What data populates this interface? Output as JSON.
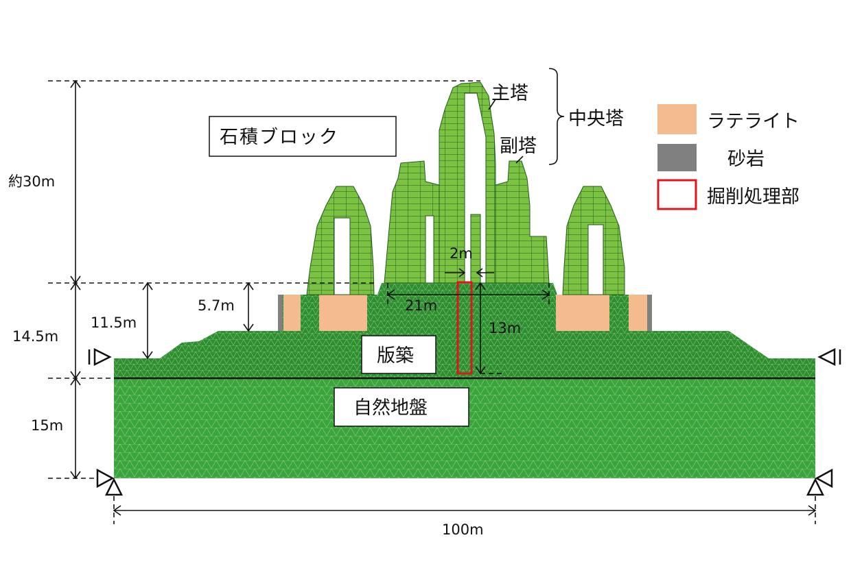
{
  "title_labels": {
    "stone_block": "石積ブロック",
    "rammed_earth": "版築",
    "natural_ground": "自然地盤",
    "main_tower": "主塔",
    "sub_tower": "副塔",
    "central_tower": "中央塔"
  },
  "legend": [
    {
      "label": "ラテライト",
      "color": "#f4bc8e"
    },
    {
      "label": "砂岩",
      "color": "#808080"
    },
    {
      "label": "掘削処理部",
      "color": "#e0141e"
    }
  ],
  "dimensions": {
    "tower_height": "約30m",
    "platform_height": "14.5m",
    "ground_depth": "15m",
    "height_11_5": "11.5m",
    "height_5_7": "5.7m",
    "width_21": "21m",
    "gap_2": "2m",
    "depth_13": "13m",
    "total_width": "100m"
  },
  "colors": {
    "mesh_green": "#3aa53a",
    "earth_green": "#2e8f2e",
    "block_green": "#7cc242"
  }
}
